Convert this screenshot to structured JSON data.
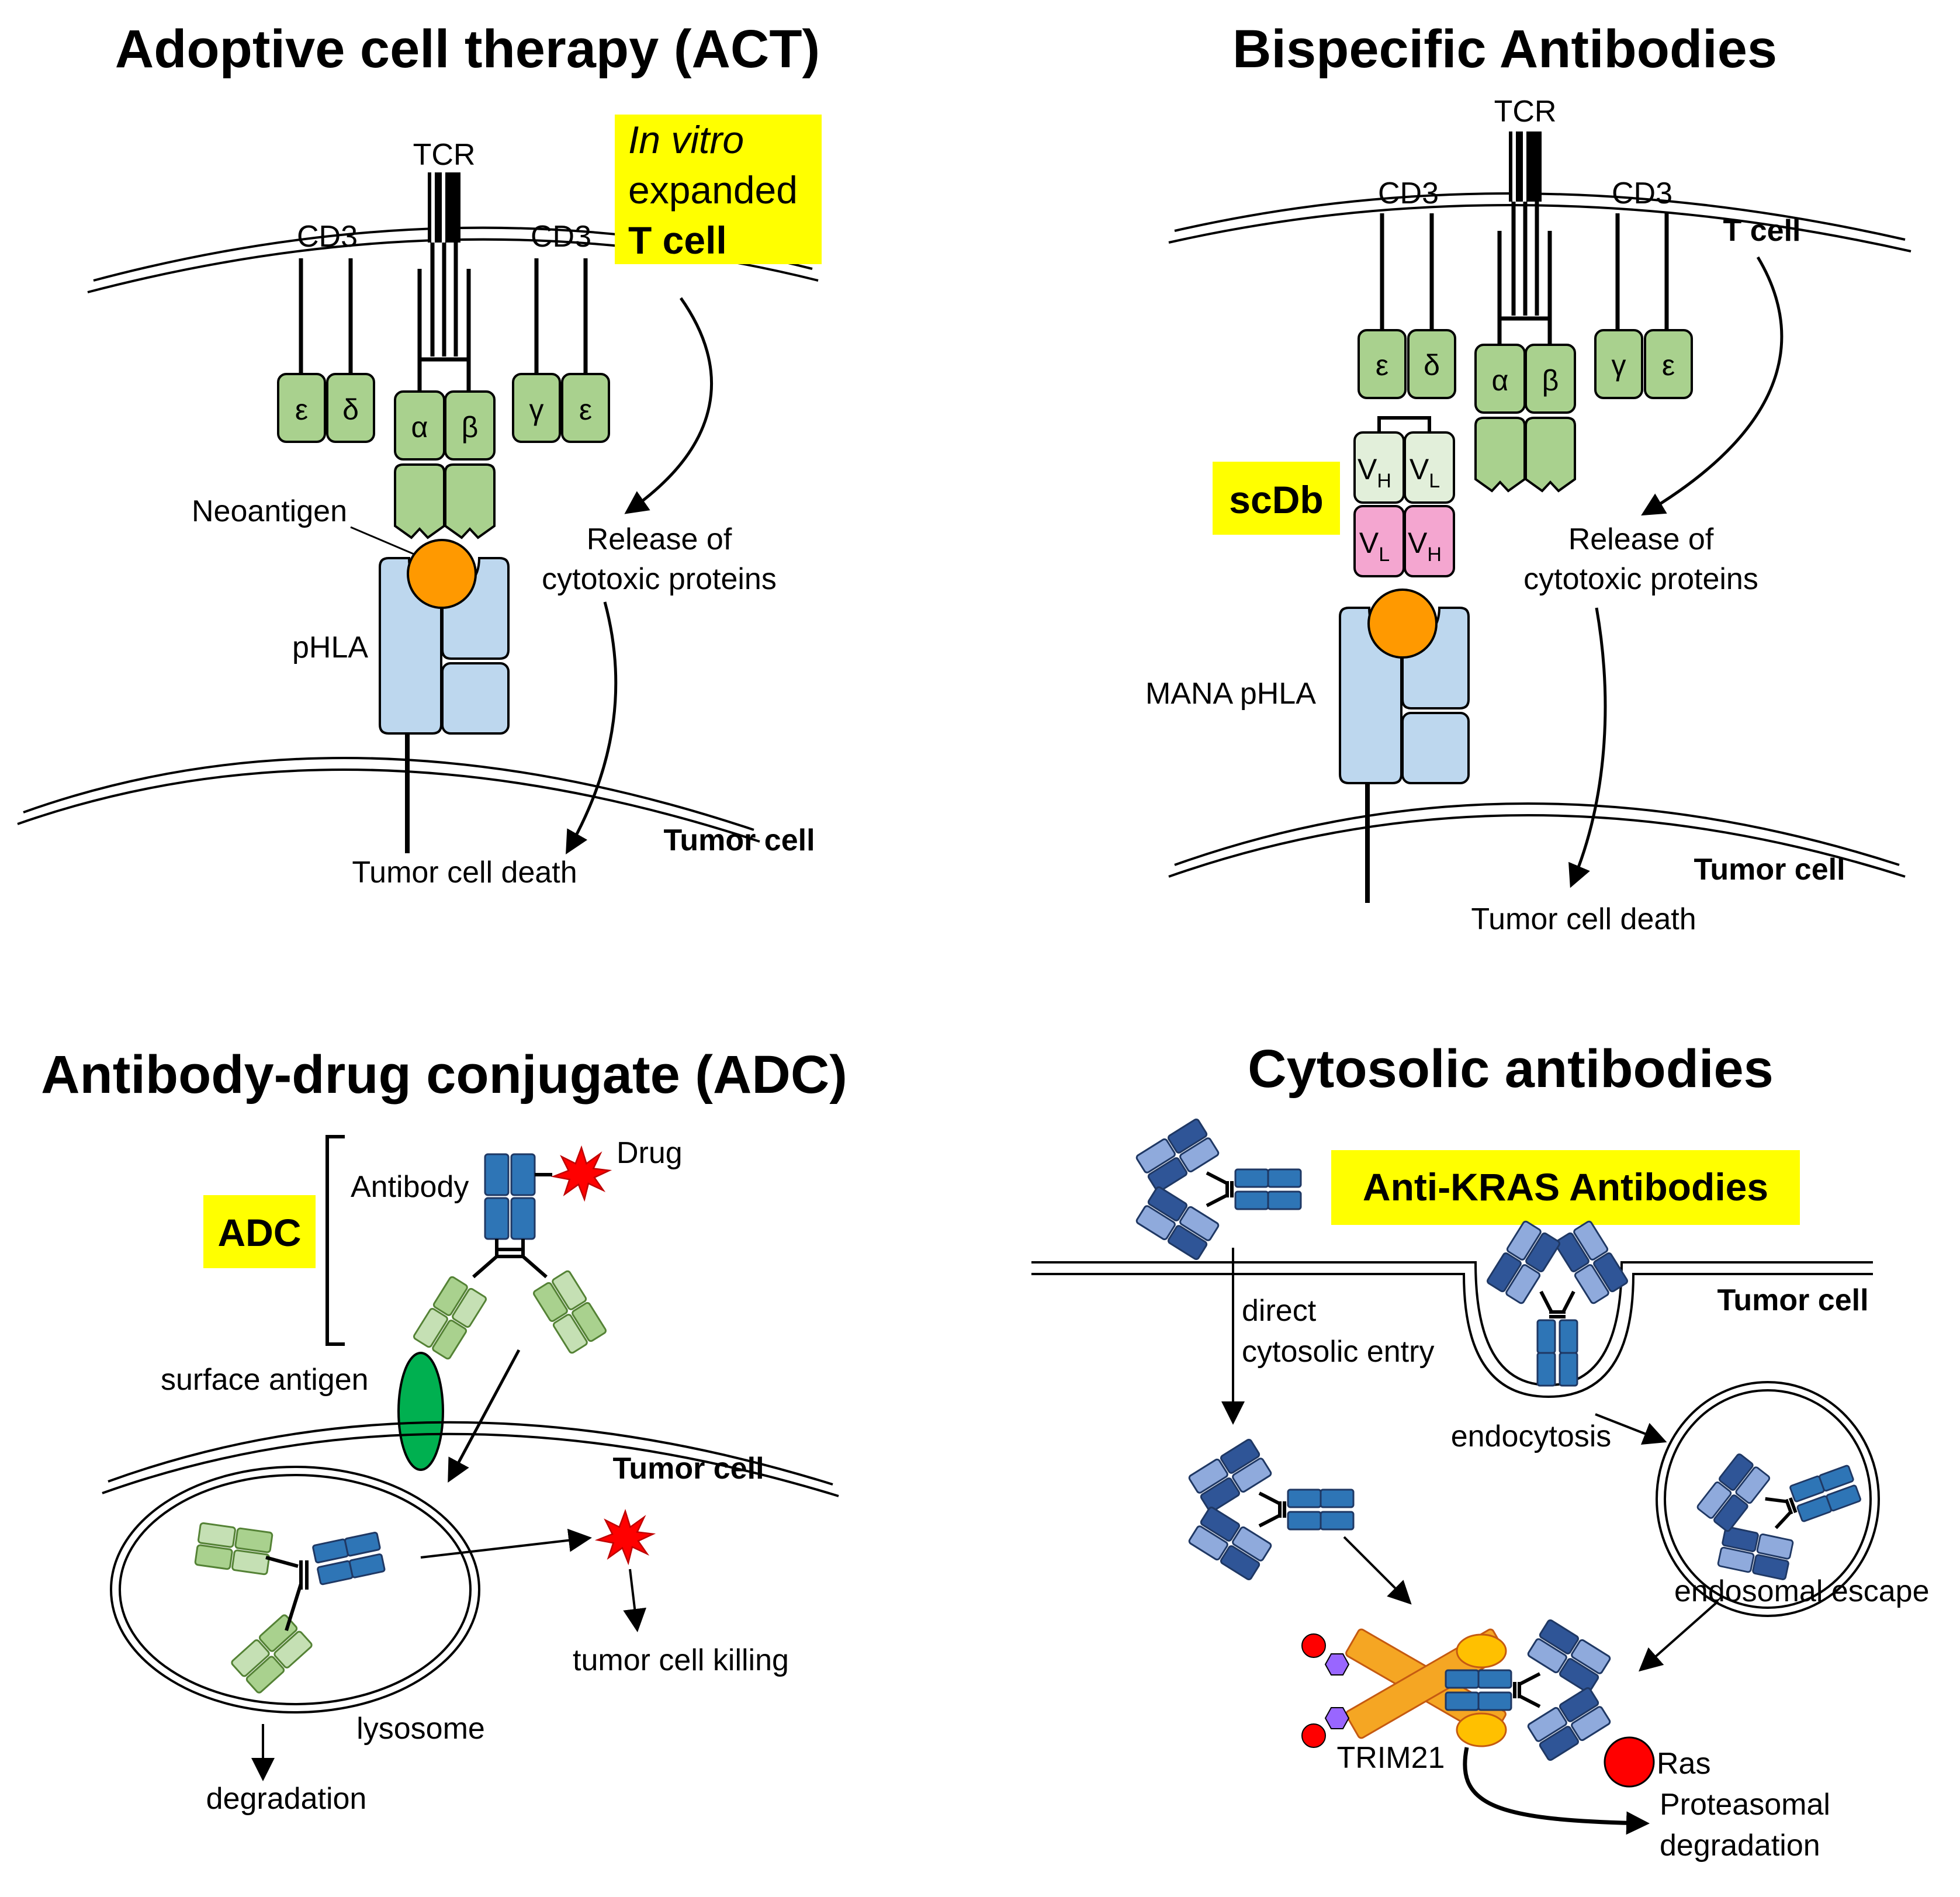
{
  "panels": {
    "act": {
      "title": "Adoptive cell therapy (ACT)",
      "tcr": "TCR",
      "cd3_left": "CD3",
      "cd3_right": "CD3",
      "box_line1": "In vitro",
      "box_line2": "expanded",
      "box_line3": "T cell",
      "chains": [
        "ε",
        "δ",
        "α",
        "β",
        "γ",
        "ε"
      ],
      "neoantigen": "Neoantigen",
      "phla": "pHLA",
      "release_1": "Release of",
      "release_2": "cytotoxic proteins",
      "tumor_cell": "Tumor cell",
      "death": "Tumor cell death"
    },
    "bispecific": {
      "title": "Bispecific Antibodies",
      "tcr": "TCR",
      "cd3_left": "CD3",
      "cd3_right": "CD3",
      "t_cell": "T cell",
      "chains": [
        "ε",
        "δ",
        "α",
        "β",
        "γ",
        "ε"
      ],
      "scdb": "scDb",
      "vh": "V",
      "vh_sub": "H",
      "vl": "V",
      "vl_sub": "L",
      "mana": "MANA pHLA",
      "release_1": "Release of",
      "release_2": "cytotoxic proteins",
      "tumor_cell": "Tumor cell",
      "death": "Tumor cell death"
    },
    "adc": {
      "title": "Antibody-drug conjugate (ADC)",
      "antibody": "Antibody",
      "drug": "Drug",
      "adc": "ADC",
      "surface_antigen": "surface antigen",
      "tumor_cell": "Tumor cell",
      "killing": "tumor cell killing",
      "lysosome": "lysosome",
      "degradation": "degradation"
    },
    "cytosolic": {
      "title": "Cytosolic antibodies",
      "box": "Anti-KRAS Antibodies",
      "tumor_cell": "Tumor cell",
      "direct_1": "direct",
      "direct_2": "cytosolic entry",
      "endocytosis": "endocytosis",
      "escape": "endosomal escape",
      "trim21": "TRIM21",
      "ras": "Ras",
      "proteasomal_1": "Proteasomal",
      "proteasomal_2": "degradation"
    }
  },
  "colors": {
    "highlight": "#ffff00",
    "chain_green": "#a9d18e",
    "hla_blue": "#bdd7ee",
    "neoantigen_orange": "#ff9900",
    "vh_light_green": "#e2efda",
    "vl_pink": "#f4a6d0",
    "antibody_blue": "#2e75b6",
    "antibody_light_blue": "#8faadc",
    "antibody_dark_blue": "#2f5597",
    "adc_green": "#a9d18e",
    "adc_light_green": "#c5e0b4",
    "surface_antigen_green": "#00b050",
    "drug_red": "#ff0000",
    "trim21_orange": "#f5a623",
    "trim21_yellow": "#ffc000",
    "ras_red": "#ff0000",
    "purple": "#9966ff"
  }
}
